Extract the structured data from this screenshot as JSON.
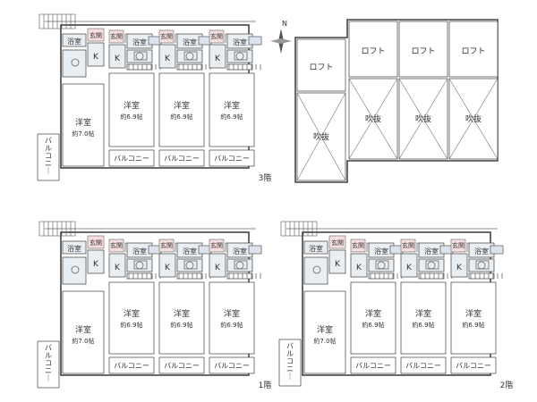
{
  "labels": {
    "room": "洋室",
    "size_70": "約7.0帖",
    "size_69": "約6.9帖",
    "bath": "浴室",
    "entrance": "玄関",
    "kitchen": "K",
    "balcony": "バルコニー",
    "loft": "ロフト",
    "void": "吹抜",
    "north": "N",
    "floor_1": "1階",
    "floor_2": "2階",
    "floor_3": "3階"
  },
  "colors": {
    "entrance": "#f6dede",
    "wet_area": "#e9eef3",
    "wall": "#444444"
  },
  "icons": {
    "north_arrow": "compass-star-icon",
    "stairs": "stairs-icon",
    "door": "door-swing-icon"
  }
}
